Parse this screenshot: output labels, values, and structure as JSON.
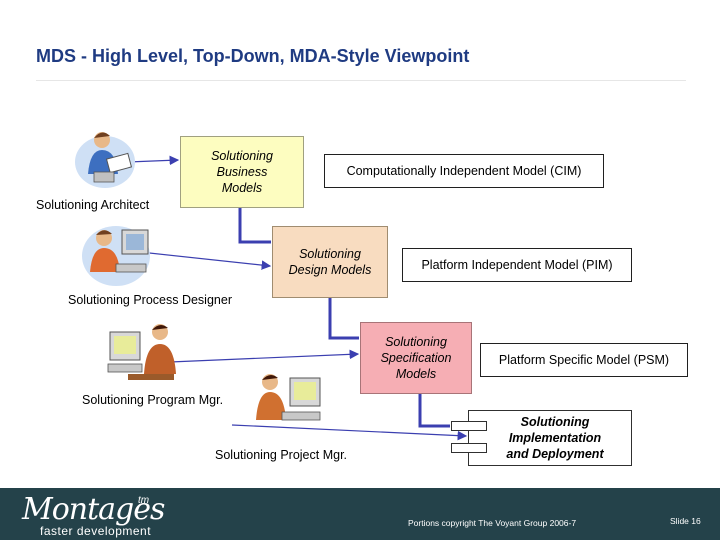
{
  "title": "MDS - High Level, Top-Down, MDA-Style Viewpoint",
  "roles": {
    "architect": "Solutioning Architect",
    "process_designer": "Solutioning Process Designer",
    "program_mgr": "Solutioning Program Mgr.",
    "project_mgr": "Solutioning Project Mgr."
  },
  "boxes": {
    "business": [
      "Solutioning",
      "Business",
      "Models"
    ],
    "design": [
      "Solutioning",
      "Design Models"
    ],
    "specification": [
      "Solutioning",
      "Specification",
      "Models"
    ],
    "implementation": [
      "Solutioning",
      "Implementation",
      "and Deployment"
    ]
  },
  "models": {
    "cim": "Computationally Independent Model (CIM)",
    "pim": "Platform Independent Model (PIM)",
    "psm": "Platform Specific Model (PSM)"
  },
  "footer": {
    "logo": "Montages",
    "tm": "tm",
    "tagline": "faster development",
    "copyright": "Portions copyright The Voyant Group 2006-7",
    "slide": "Slide 16"
  },
  "colors": {
    "title": "#1f3b82",
    "arrow": "#3b3fb0",
    "business_box": "#fdfdc0",
    "design_box": "#f8dcc0",
    "specification_box": "#f6aeb4",
    "footer": "#24424a"
  }
}
